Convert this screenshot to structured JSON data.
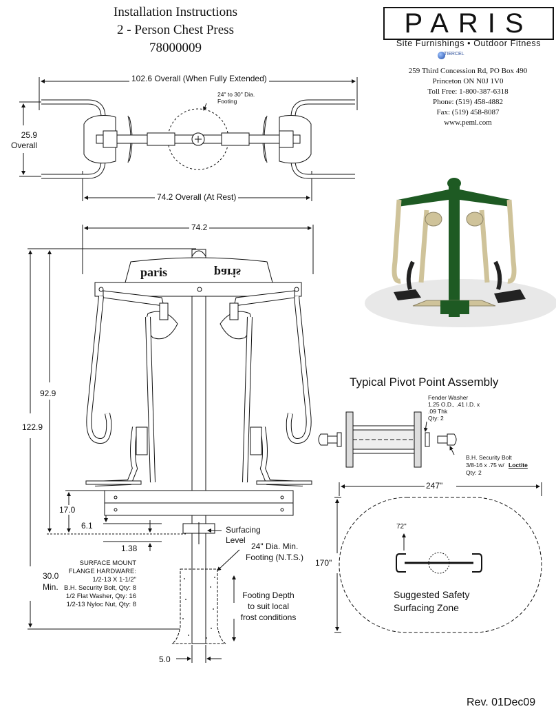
{
  "header": {
    "title_lines": [
      "Installation Instructions",
      "2 - Person Chest Press",
      "78000009"
    ]
  },
  "brand": {
    "logo_text": "PARIS",
    "tagline": "Site Furnishings • Outdoor Fitness",
    "partner": "TIERCEL",
    "address_lines": [
      "259 Third Concession Rd, PO Box 490",
      "Princeton ON N0J 1V0",
      "Toll Free: 1-800-387-6318",
      "Phone: (519) 458-4882",
      "Fax: (519) 458-8087",
      "www.peml.com"
    ]
  },
  "top_view": {
    "overall_extended": "102.6 Overall (When Fully Extended)",
    "footing_lines": [
      "24\" to 30\" Dia.",
      "Footing"
    ],
    "width_value": "25.9",
    "width_label": "Overall",
    "overall_rest": "74.2 Overall (At Rest)"
  },
  "front_view": {
    "sign_text": "paris",
    "width": "74.2",
    "height_upper": "92.9",
    "height_total": "122.9",
    "seat_height": "17.0",
    "foot_height": "6.1",
    "flange_offset": "1.38",
    "footing_depth_value": "30.0",
    "footing_depth_unit": "Min.",
    "post_diameter": "5.0",
    "surfacing_lines": [
      "Surfacing",
      "Level"
    ],
    "footing_note_lines": [
      "24\" Dia. Min.",
      "Footing (N.T.S.)"
    ],
    "depth_note_lines": [
      "Footing Depth",
      "to suit local",
      "frost conditions"
    ],
    "hardware_lines": [
      "SURFACE MOUNT",
      "FLANGE HARDWARE:",
      "1/2-13 X 1-1/2\"",
      "B.H. Security Bolt, Qty: 8",
      "1/2 Flat Washer, Qty: 16",
      "1/2-13 Nyloc Nut, Qty: 8"
    ]
  },
  "pivot": {
    "title": "Typical Pivot Point Assembly",
    "washer_lines": [
      "Fender Washer",
      "1.25 O.D., .41 I.D. x",
      ".09 Thk",
      "Qty: 2"
    ],
    "bolt_lines": [
      "B.H. Security Bolt",
      "3/8-16 x .75 w/",
      "Loctite",
      "Qty: 2"
    ]
  },
  "safety_zone": {
    "length": "247\"",
    "width": "170\"",
    "inner": "72\"",
    "label_lines": [
      "Suggested Safety",
      "Surfacing Zone"
    ]
  },
  "footer": {
    "revision": "Rev. 01Dec09"
  },
  "colors": {
    "frame_green": "#1e5a23",
    "arm_tan": "#cfc39a",
    "ink": "#111111"
  }
}
